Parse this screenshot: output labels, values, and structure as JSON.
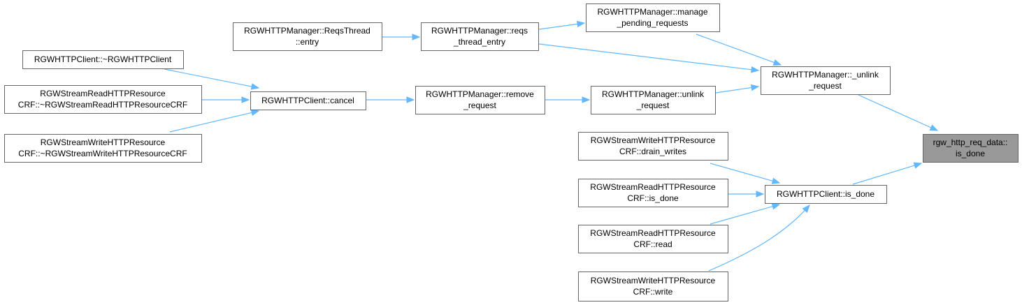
{
  "nodes": [
    {
      "id": "root",
      "lines": [
        "rgw_http_req_data::",
        "is_done"
      ]
    },
    {
      "id": "unlink_request_priv",
      "lines": [
        "RGWHTTPManager::_unlink",
        "_request"
      ]
    },
    {
      "id": "client_is_done",
      "lines": [
        "RGWHTTPClient::is_done"
      ]
    },
    {
      "id": "manage_pending",
      "lines": [
        "RGWHTTPManager::manage",
        "_pending_requests"
      ]
    },
    {
      "id": "reqs_thread_entry",
      "lines": [
        "RGWHTTPManager::reqs",
        "_thread_entry"
      ]
    },
    {
      "id": "unlink_request",
      "lines": [
        "RGWHTTPManager::unlink",
        "_request"
      ]
    },
    {
      "id": "reqs_thread",
      "lines": [
        "RGWHTTPManager::ReqsThread",
        "::entry"
      ]
    },
    {
      "id": "remove_request",
      "lines": [
        "RGWHTTPManager::remove",
        "_request"
      ]
    },
    {
      "id": "client_cancel",
      "lines": [
        "RGWHTTPClient::cancel"
      ]
    },
    {
      "id": "client_dtor",
      "lines": [
        "RGWHTTPClient::~RGWHTTPClient"
      ]
    },
    {
      "id": "read_crf_dtor",
      "lines": [
        "RGWStreamReadHTTPResource",
        "CRF::~RGWStreamReadHTTPResourceCRF"
      ]
    },
    {
      "id": "write_crf_dtor",
      "lines": [
        "RGWStreamWriteHTTPResource",
        "CRF::~RGWStreamWriteHTTPResourceCRF"
      ]
    },
    {
      "id": "drain_writes",
      "lines": [
        "RGWStreamWriteHTTPResource",
        "CRF::drain_writes"
      ]
    },
    {
      "id": "read_is_done",
      "lines": [
        "RGWStreamReadHTTPResource",
        "CRF::is_done"
      ]
    },
    {
      "id": "read_read",
      "lines": [
        "RGWStreamReadHTTPResource",
        "CRF::read"
      ]
    },
    {
      "id": "write_write",
      "lines": [
        "RGWStreamWriteHTTPResource",
        "CRF::write"
      ]
    }
  ],
  "edges": [
    {
      "from": "unlink_request_priv",
      "to": "root"
    },
    {
      "from": "client_is_done",
      "to": "root"
    },
    {
      "from": "manage_pending",
      "to": "unlink_request_priv"
    },
    {
      "from": "reqs_thread_entry",
      "to": "unlink_request_priv"
    },
    {
      "from": "unlink_request",
      "to": "unlink_request_priv"
    },
    {
      "from": "reqs_thread_entry",
      "to": "manage_pending"
    },
    {
      "from": "reqs_thread",
      "to": "reqs_thread_entry"
    },
    {
      "from": "remove_request",
      "to": "unlink_request"
    },
    {
      "from": "client_cancel",
      "to": "remove_request"
    },
    {
      "from": "client_dtor",
      "to": "client_cancel"
    },
    {
      "from": "read_crf_dtor",
      "to": "client_cancel"
    },
    {
      "from": "write_crf_dtor",
      "to": "client_cancel"
    },
    {
      "from": "drain_writes",
      "to": "client_is_done"
    },
    {
      "from": "read_is_done",
      "to": "client_is_done"
    },
    {
      "from": "read_read",
      "to": "client_is_done"
    },
    {
      "from": "write_write",
      "to": "client_is_done"
    }
  ],
  "colors": {
    "edge": "#63b8ff",
    "node_border": "#666666",
    "root_fill": "#999999",
    "node_fill": "#ffffff"
  }
}
